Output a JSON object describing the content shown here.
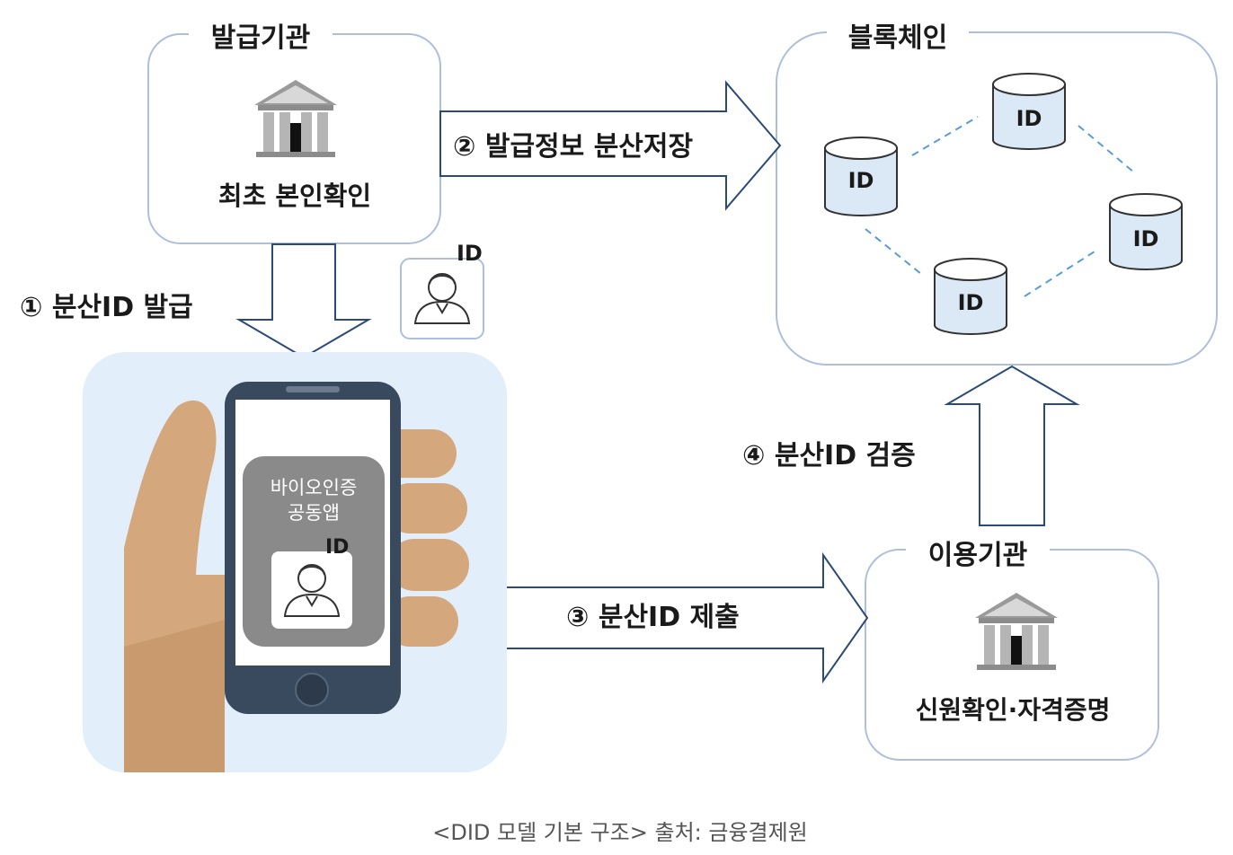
{
  "issuer": {
    "title": "발급기관",
    "caption": "최초 본인확인"
  },
  "blockchain": {
    "title": "블록체인",
    "nodes": [
      "ID",
      "ID",
      "ID",
      "ID"
    ]
  },
  "verifier": {
    "title": "이용기관",
    "caption": "신원확인·자격증명"
  },
  "phone_app": {
    "name_line1": "바이오인증",
    "name_line2": "공동앱",
    "id_label": "ID"
  },
  "floating_id_label": "ID",
  "steps": {
    "issue": "① 분산ID 발급",
    "store": "② 발급정보 분산저장",
    "submit": "③ 분산ID 제출",
    "verify": "④ 분산ID 검증"
  },
  "caption": "<DID 모델 기본 구조> 출처: 금융결제원",
  "colors": {
    "box_border": "#aebfdb",
    "cylinder_fill": "#dbe9f7",
    "cylinder_stroke": "#333333",
    "phone_body": "#3a4a5e",
    "skin": "#d4a77c",
    "phone_bg": "#e2eef9",
    "app_tile": "#8a8a8a"
  }
}
